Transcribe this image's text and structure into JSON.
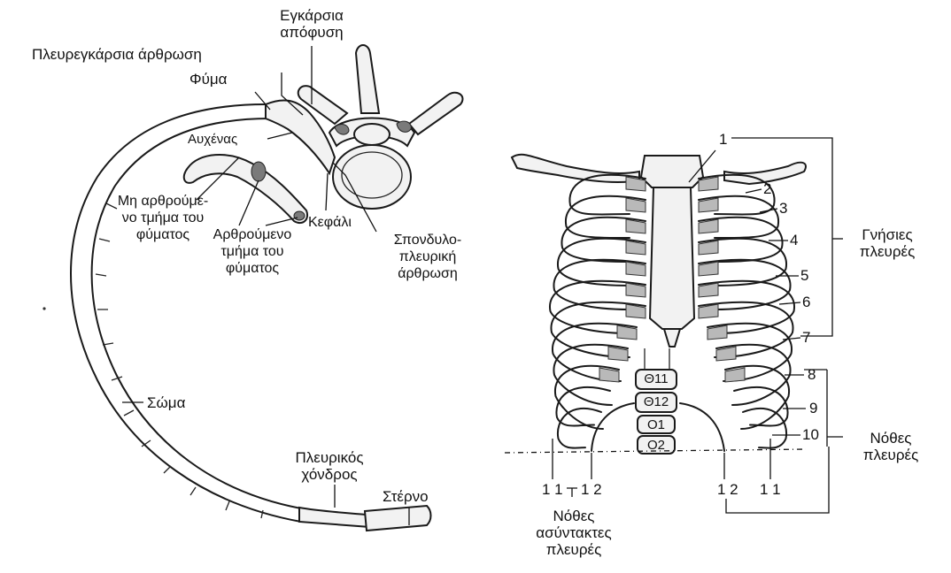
{
  "left_figure": {
    "transverse_process": [
      "Εγκάρσια",
      "απόφυση"
    ],
    "costotransverse_joint": "Πλευρεγκάρσια άρθρωση",
    "tubercle": "Φύμα",
    "neck": "Αυχένας",
    "nonarticular_part": [
      "Μη αρθρούμε-",
      "νο τμήμα του",
      "φύματος"
    ],
    "articular_part": [
      "Αρθρούμενο",
      "τμήμα του",
      "φύματος"
    ],
    "head": "Κεφάλι",
    "costovertebral_joint": [
      "Σπονδυλο-",
      "πλευρική",
      "άρθρωση"
    ],
    "body": "Σώμα",
    "costal_cartilage": [
      "Πλευρικός",
      "χόνδρος"
    ],
    "sternum": "Στέρνο"
  },
  "right_figure": {
    "rib_numbers": [
      "1",
      "2",
      "3",
      "4",
      "5",
      "6",
      "7",
      "8",
      "9",
      "10"
    ],
    "true_ribs": [
      "Γνήσιες",
      "πλευρές"
    ],
    "false_ribs": [
      "Νόθες",
      "πλευρές"
    ],
    "floating_ribs": [
      "Νόθες",
      "ασύντακτες",
      "πλευρές"
    ],
    "bottom_left_numbers": [
      "1 1",
      "1 2"
    ],
    "bottom_right_numbers": [
      "1 2",
      "1 1"
    ],
    "vertebrae": [
      "Θ11",
      "Θ12",
      "Ο1",
      "Ο2"
    ]
  }
}
